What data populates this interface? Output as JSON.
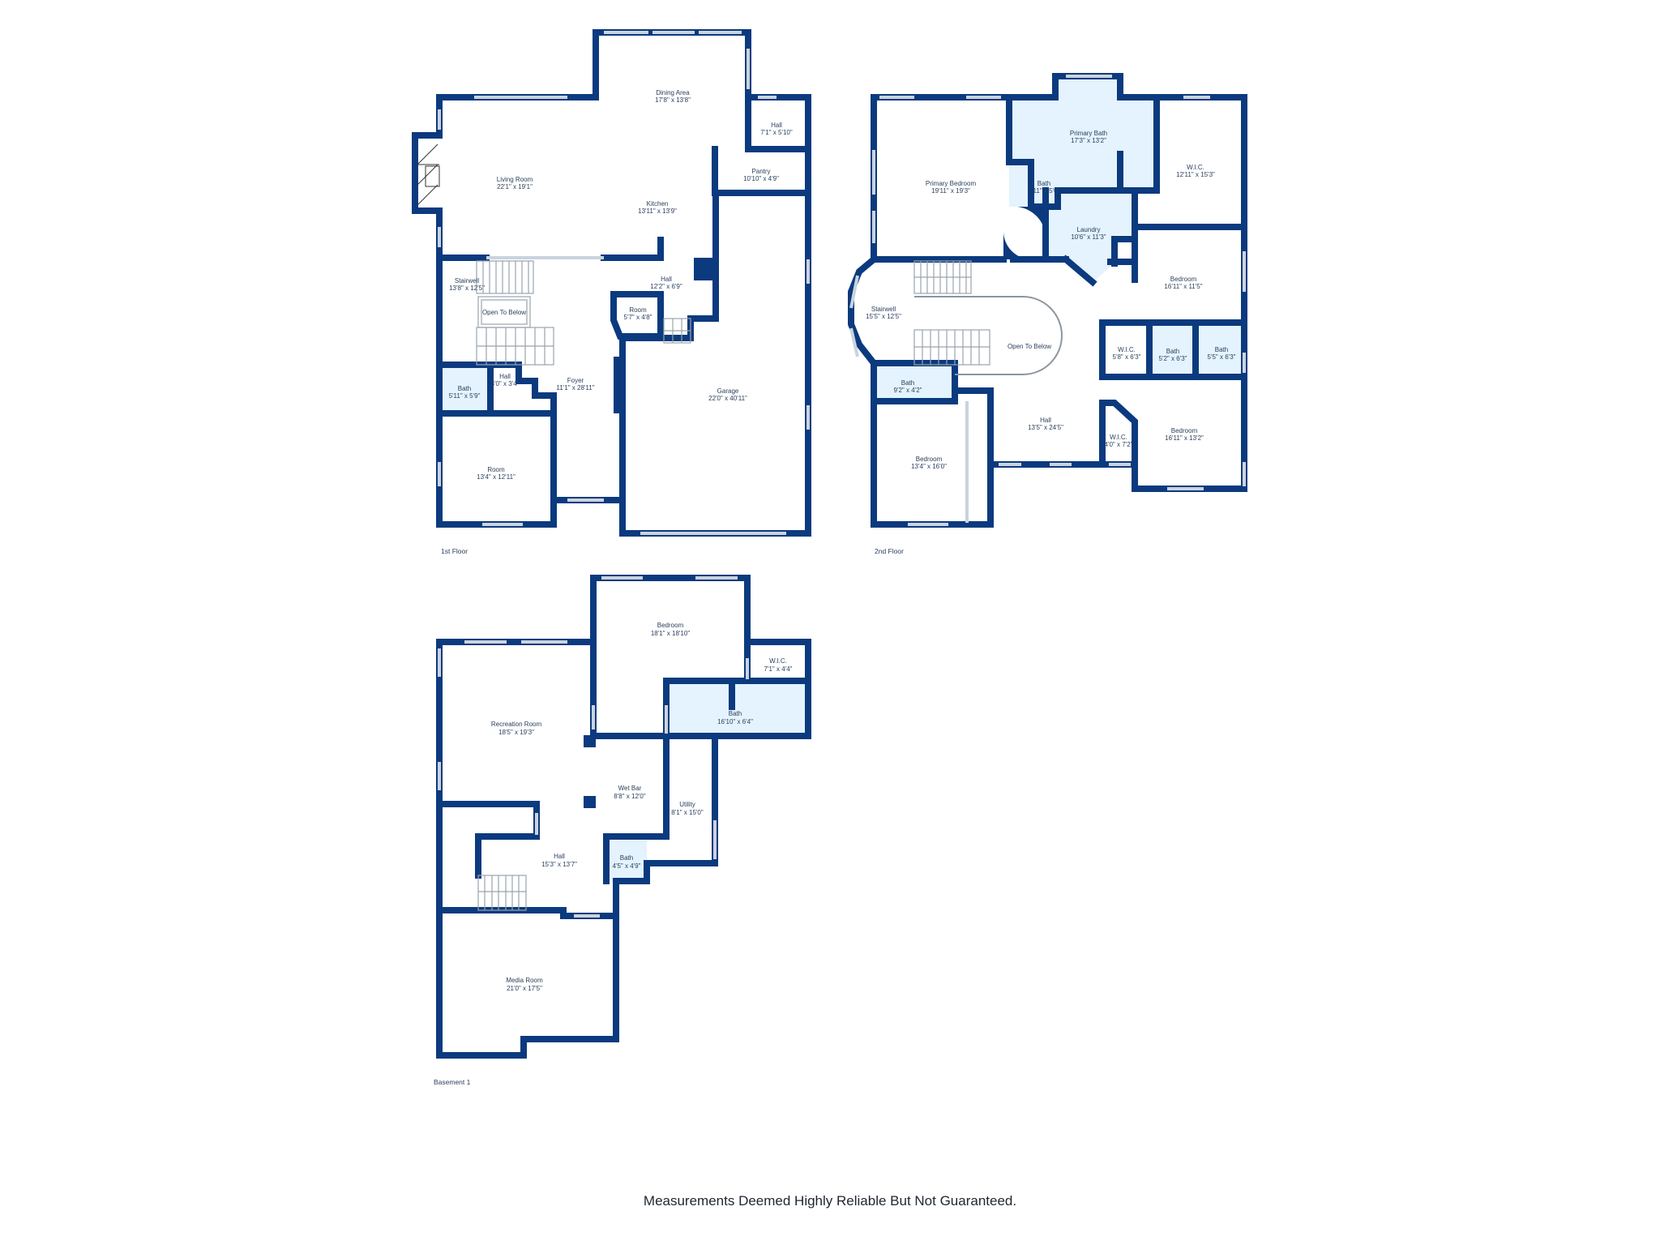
{
  "colors": {
    "wall": "#0b3a7e",
    "wet_room_fill": "#e4f3fd"
  },
  "floors": [
    {
      "label": "1st Floor",
      "rooms": [
        {
          "name": "Dining Area",
          "size": "17'8\" x 13'8\""
        },
        {
          "name": "Hall",
          "size": "7'1\" x 5'10\""
        },
        {
          "name": "Pantry",
          "size": "10'10\" x 4'9\""
        },
        {
          "name": "Living Room",
          "size": "22'1\" x 19'1\""
        },
        {
          "name": "Kitchen",
          "size": "13'11\" x 13'9\""
        },
        {
          "name": "Stairwell",
          "size": "13'8\" x 12'5\""
        },
        {
          "name": "Open To Below",
          "size": ""
        },
        {
          "name": "Hall",
          "size": "12'2\" x 6'9\""
        },
        {
          "name": "Room",
          "size": "5'7\" x 4'8\""
        },
        {
          "name": "Bath",
          "size": "5'11\" x 5'9\""
        },
        {
          "name": "Hall",
          "size": "3'0\" x 3'4\""
        },
        {
          "name": "Foyer",
          "size": "11'1\" x 28'11\""
        },
        {
          "name": "Garage",
          "size": "22'0\" x 40'11\""
        },
        {
          "name": "Room",
          "size": "13'4\" x 12'11\""
        }
      ]
    },
    {
      "label": "2nd Floor",
      "rooms": [
        {
          "name": "Primary Bedroom",
          "size": "19'11\" x 19'3\""
        },
        {
          "name": "Primary Bath",
          "size": "17'3\" x 13'2\""
        },
        {
          "name": "Bath",
          "size": "2'11\" x 5'0\""
        },
        {
          "name": "W.I.C.",
          "size": "12'11\" x 15'3\""
        },
        {
          "name": "Laundry",
          "size": "10'6\" x 11'3\""
        },
        {
          "name": "Bedroom",
          "size": "16'11\" x 11'5\""
        },
        {
          "name": "Stairwell",
          "size": "15'5\" x 12'5\""
        },
        {
          "name": "Open To Below",
          "size": ""
        },
        {
          "name": "W.I.C.",
          "size": "5'8\" x 6'3\""
        },
        {
          "name": "Bath",
          "size": "5'2\" x 6'3\""
        },
        {
          "name": "Bath",
          "size": "5'5\" x 6'3\""
        },
        {
          "name": "Bath",
          "size": "9'2\" x 4'2\""
        },
        {
          "name": "Hall",
          "size": "13'5\" x 24'5\""
        },
        {
          "name": "Bedroom",
          "size": "13'4\" x 16'0\""
        },
        {
          "name": "W.I.C.",
          "size": "4'0\" x 7'2\""
        },
        {
          "name": "Bedroom",
          "size": "16'11\" x 13'2\""
        }
      ]
    },
    {
      "label": "Basement 1",
      "rooms": [
        {
          "name": "Bedroom",
          "size": "18'1\" x 18'10\""
        },
        {
          "name": "W.I.C.",
          "size": "7'1\" x 4'4\""
        },
        {
          "name": "Bath",
          "size": "16'10\" x 6'4\""
        },
        {
          "name": "Recreation Room",
          "size": "18'5\" x 19'3\""
        },
        {
          "name": "Wet Bar",
          "size": "8'8\" x 12'0\""
        },
        {
          "name": "Utility",
          "size": "8'1\" x 15'0\""
        },
        {
          "name": "Hall",
          "size": "15'3\" x 13'7\""
        },
        {
          "name": "Bath",
          "size": "4'5\" x 4'9\""
        },
        {
          "name": "Media Room",
          "size": "21'0\" x 17'5\""
        }
      ]
    }
  ],
  "footer": "Measurements Deemed Highly Reliable But Not Guaranteed."
}
